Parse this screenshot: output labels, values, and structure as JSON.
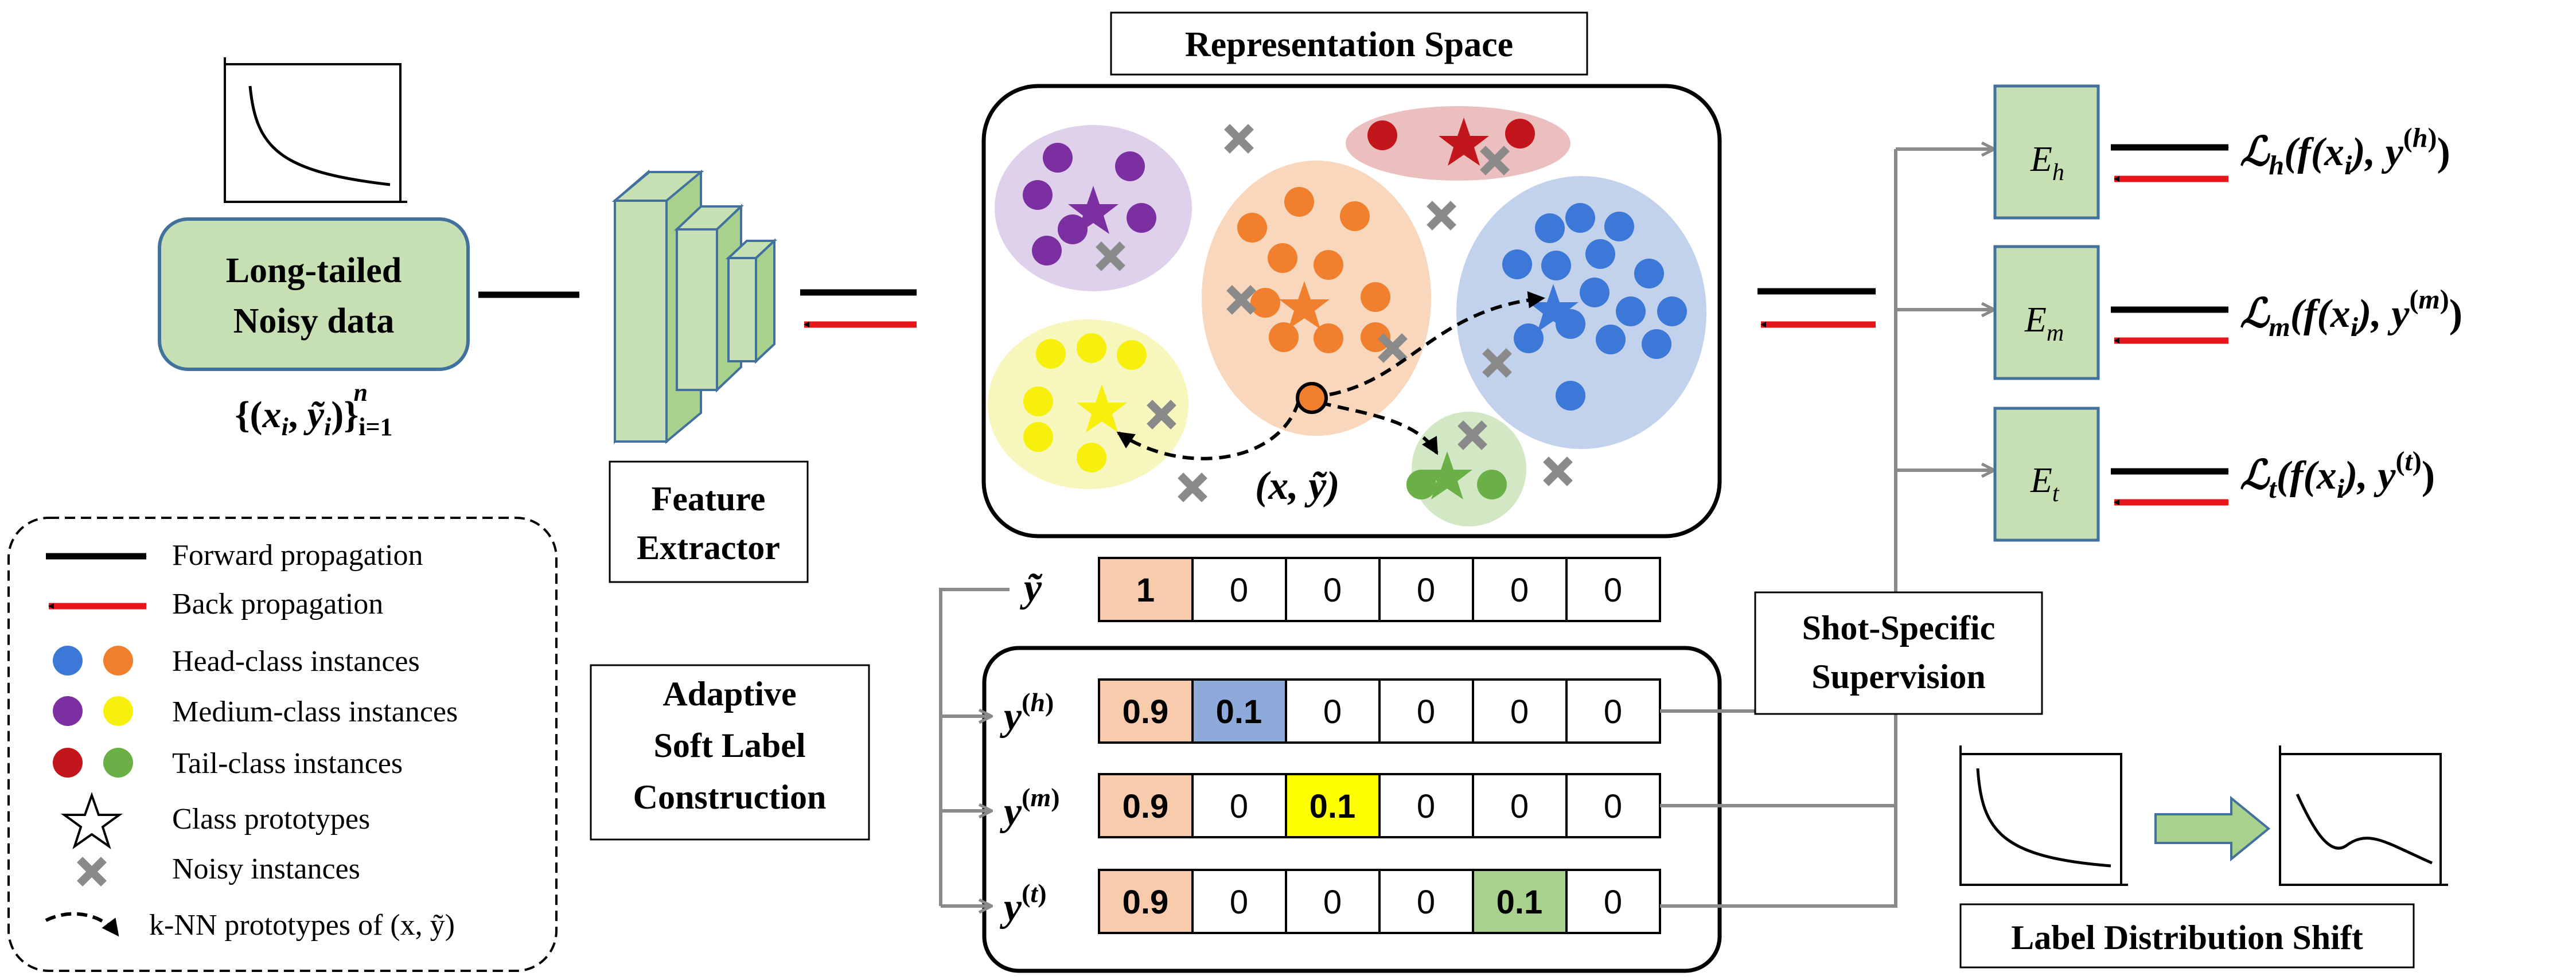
{
  "input": {
    "title_line1": "Long-tailed",
    "title_line2": "Noisy data",
    "set_notation": "{(x_i, ỹ_i)}_{i=1}^{n}"
  },
  "feature_extractor": {
    "line1": "Feature",
    "line2": "Extractor"
  },
  "representation_space": {
    "title": "Representation Space",
    "point_label": "(x, ỹ)"
  },
  "label_rows": {
    "noisy": {
      "label": "ỹ",
      "cells": [
        "1",
        "0",
        "0",
        "0",
        "0",
        "0"
      ]
    },
    "head": {
      "label": "y",
      "sup": "(h)",
      "cells": [
        "0.9",
        "0.1",
        "0",
        "0",
        "0",
        "0"
      ]
    },
    "medium": {
      "label": "y",
      "sup": "(m)",
      "cells": [
        "0.9",
        "0",
        "0.1",
        "0",
        "0",
        "0"
      ]
    },
    "tail": {
      "label": "y",
      "sup": "(t)",
      "cells": [
        "0.9",
        "0",
        "0",
        "0",
        "0.1",
        "0"
      ]
    }
  },
  "adaptive_box": {
    "line1": "Adaptive",
    "line2": "Soft Label",
    "line3": "Construction"
  },
  "shot_box": {
    "line1": "Shot-Specific",
    "line2": "Supervision"
  },
  "experts": [
    {
      "name": "E",
      "sub": "h",
      "loss": "ℒ_h(f(x_i), y^(h))"
    },
    {
      "name": "E",
      "sub": "m",
      "loss": "ℒ_m(f(x_i), y^(m))"
    },
    {
      "name": "E",
      "sub": "t",
      "loss": "ℒ_t(f(x_i), y^(t))"
    }
  ],
  "label_shift": {
    "title": "Label Distribution Shift"
  },
  "legend": {
    "items": [
      "Forward propagation",
      "Back propagation",
      "Head-class instances",
      "Medium-class instances",
      "Tail-class instances",
      "Class prototypes",
      "Noisy instances",
      "k-NN prototypes of (x, ỹ)"
    ]
  },
  "colors": {
    "forward": "#000000",
    "backward": "#e8161b",
    "head_blue": "#3b78d8",
    "head_orange": "#f07f2e",
    "medium_purple": "#7c2fa0",
    "medium_yellow": "#f7f00d",
    "tail_red": "#c3161c",
    "tail_green": "#6ab046",
    "noise": "#8a8a8a",
    "node_fill": "#c6e0b4",
    "cell_orange": "#f8cbad",
    "cell_blue": "#8eaadb",
    "cell_yellow": "#ffff00",
    "cell_green": "#a9d18e"
  }
}
